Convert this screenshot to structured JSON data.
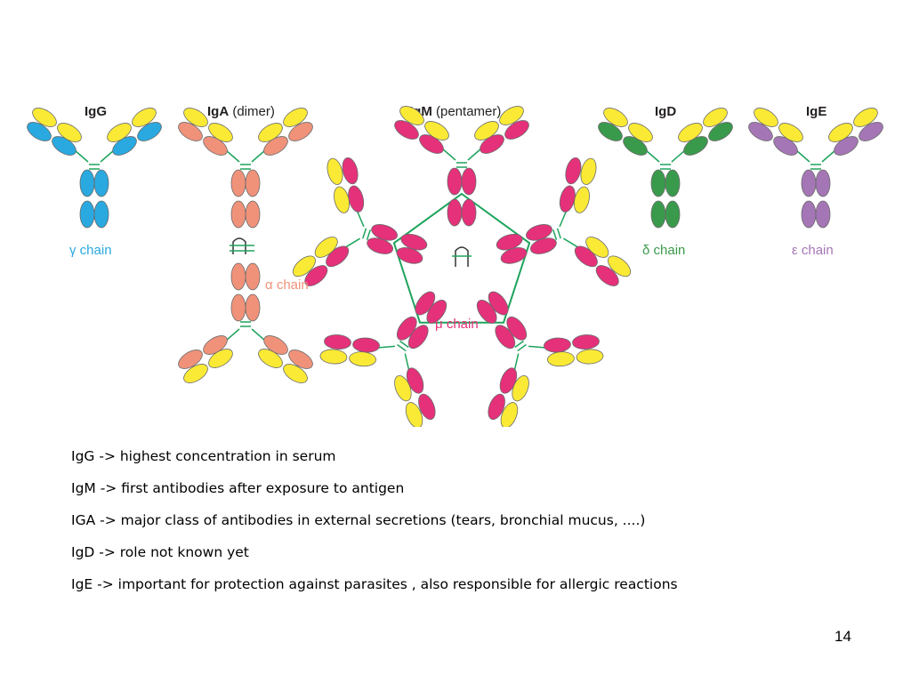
{
  "antibodies": {
    "igg": {
      "name": "IgG",
      "suffix": "",
      "chain_symbol": "γ",
      "chain_word": "chain",
      "color": "#29a9e0"
    },
    "iga": {
      "name": "IgA",
      "suffix": "(dimer)",
      "chain_symbol": "α",
      "chain_word": "chain",
      "color": "#f0927a"
    },
    "igm": {
      "name": "IgM",
      "suffix": "(pentamer)",
      "chain_symbol": "μ",
      "chain_word": "chain",
      "color": "#e5317a"
    },
    "igd": {
      "name": "IgD",
      "suffix": "",
      "chain_symbol": "δ",
      "chain_word": "chain",
      "color": "#3a9a4c"
    },
    "ige": {
      "name": "IgE",
      "suffix": "",
      "chain_symbol": "ε",
      "chain_word": "chain",
      "color": "#a576b6"
    }
  },
  "colors": {
    "light_chain": "#fbea35",
    "linker": "#1ea35c",
    "outline": "#6a6a6a"
  },
  "notes": [
    "IgG -> highest concentration in serum",
    "IgM -> first antibodies after exposure to antigen",
    "IGA -> major class of antibodies in external secretions (tears, bronchial mucus, ....)",
    "IgD -> role not known yet",
    "IgE -> important for protection against parasites , also responsible for allergic reactions"
  ],
  "page_number": "14"
}
